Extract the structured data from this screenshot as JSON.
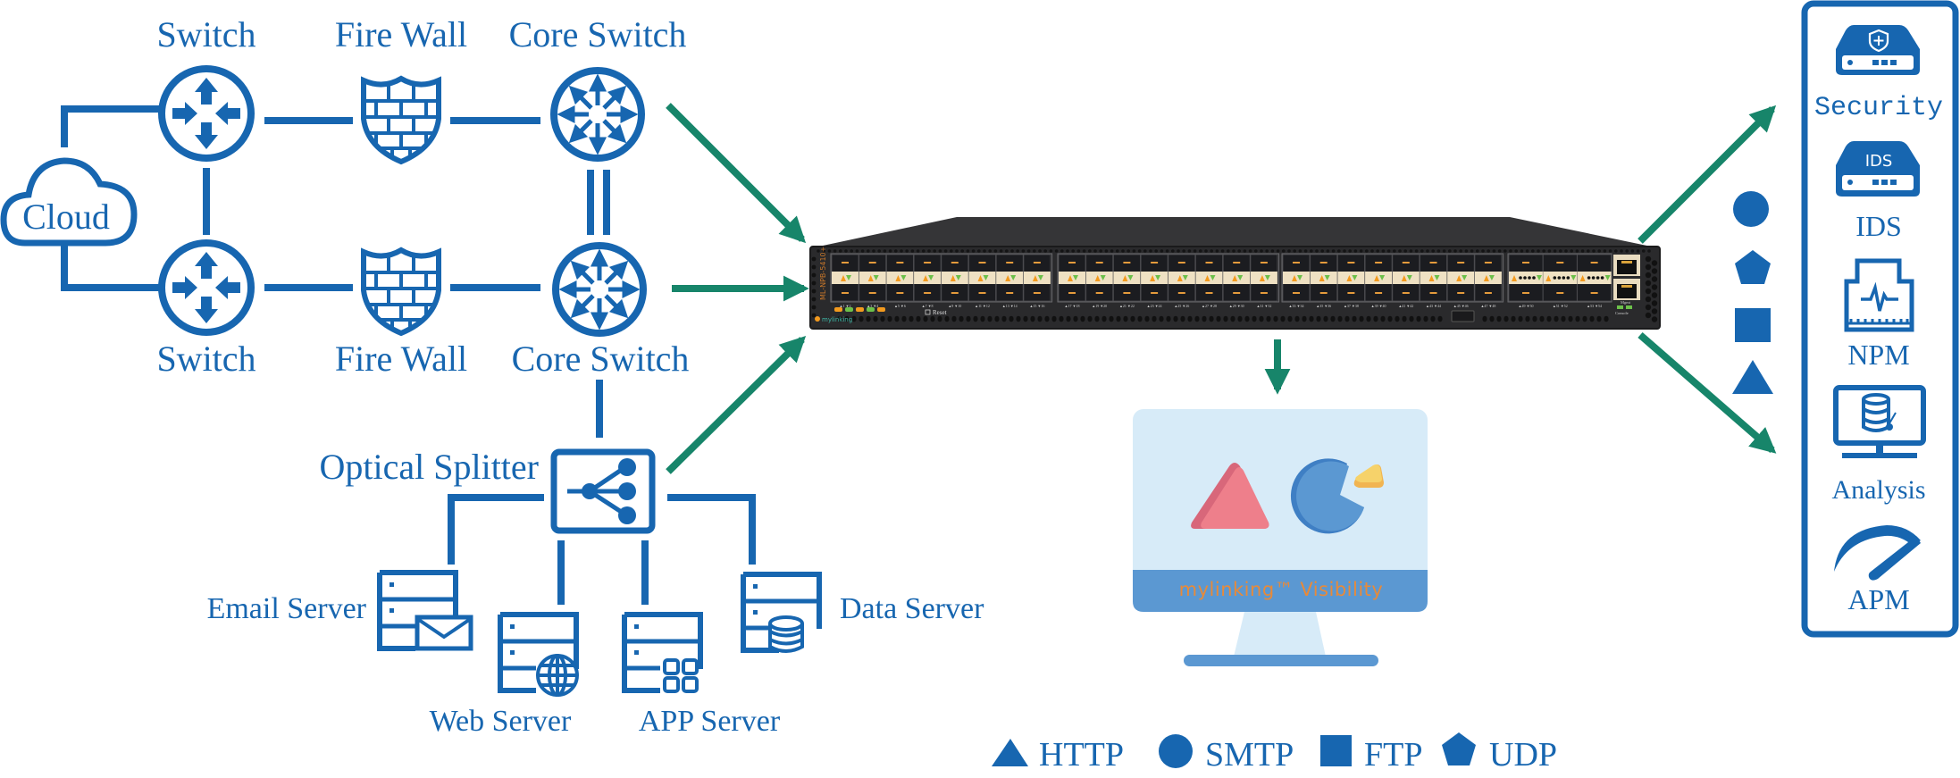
{
  "colors": {
    "primary_blue": "#1766b0",
    "arrow_green": "#17856a",
    "device_body": "#2b2b2d",
    "device_top": "#3a3a3c",
    "port_cream": "#efe1c3",
    "led_orange": "#f39a1e",
    "led_green": "#6cc04a",
    "monitor_screen": "#d7ebf8",
    "monitor_bar": "#5b98d2",
    "monitor_brand_text": "#e78a3a",
    "triangle_pink": "#ee7f8b",
    "pie_blue": "#5b98d2",
    "pie_slice_yellow": "#f6c555"
  },
  "network": {
    "cloud": {
      "label": "Cloud"
    },
    "top_row": [
      {
        "id": "switch-top",
        "type": "switch",
        "label": "Switch"
      },
      {
        "id": "firewall-top",
        "type": "firewall",
        "label": "Fire Wall"
      },
      {
        "id": "core-switch-top",
        "type": "core-switch",
        "label": "Core Switch"
      }
    ],
    "bottom_row": [
      {
        "id": "switch-bottom",
        "type": "switch",
        "label": "Switch"
      },
      {
        "id": "firewall-bottom",
        "type": "firewall",
        "label": "Fire Wall"
      },
      {
        "id": "core-switch-bottom",
        "type": "core-switch",
        "label": "Core Switch"
      }
    ],
    "splitter": {
      "label": "Optical Splitter"
    },
    "servers": [
      {
        "id": "email",
        "label": "Email Server",
        "icon": "mail-icon"
      },
      {
        "id": "web",
        "label": "Web Server",
        "icon": "globe-icon"
      },
      {
        "id": "app",
        "label": "APP Server",
        "icon": "apps-grid-icon"
      },
      {
        "id": "data",
        "label": "Data Server",
        "icon": "database-icon"
      }
    ]
  },
  "device": {
    "model": "ML-NPB-5410+",
    "brand": "mylinking",
    "reset_label": "Reset",
    "mgmt_label": "Mgmt",
    "console_label": "Console",
    "port_groups": [
      {
        "ports": "1-16"
      },
      {
        "ports": "17-32"
      },
      {
        "ports": "33-48"
      },
      {
        "ports": "49-54"
      }
    ]
  },
  "monitor": {
    "brand_text": "mylinking™ Visibility"
  },
  "protocol_shapes_column": [
    "circle",
    "pentagon",
    "square",
    "triangle"
  ],
  "tools_panel": {
    "items": [
      {
        "id": "security",
        "label": "Security",
        "icon": "security-appliance-icon",
        "badge": "+"
      },
      {
        "id": "ids",
        "label": "IDS",
        "icon": "ids-appliance-icon",
        "badge": "IDS"
      },
      {
        "id": "npm",
        "label": "NPM",
        "icon": "network-performance-icon"
      },
      {
        "id": "analysis",
        "label": "Analysis",
        "icon": "analysis-monitor-icon"
      },
      {
        "id": "apm",
        "label": "APM",
        "icon": "gauge-icon"
      }
    ]
  },
  "legend": {
    "items": [
      {
        "shape": "triangle",
        "label": "HTTP"
      },
      {
        "shape": "circle",
        "label": "SMTP"
      },
      {
        "shape": "square",
        "label": "FTP"
      },
      {
        "shape": "pentagon",
        "label": "UDP"
      }
    ]
  }
}
